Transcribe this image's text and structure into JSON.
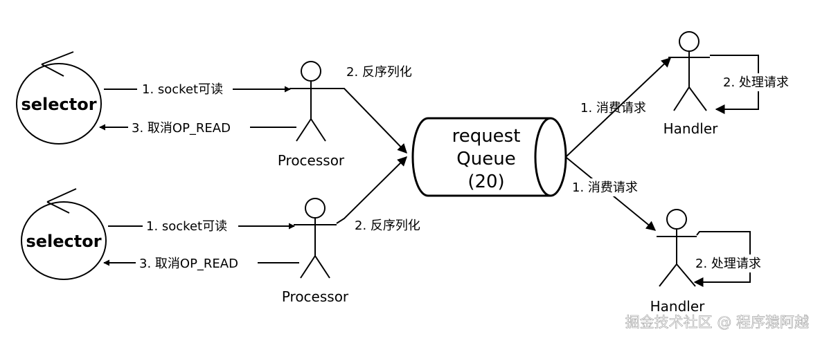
{
  "selectors": [
    {
      "label": "selector"
    },
    {
      "label": "selector"
    }
  ],
  "processors": [
    {
      "label": "Processor",
      "read_label": "1. socket可读",
      "cancel_label": "3. 取消OP_READ",
      "deserialize_label": "2. 反序列化"
    },
    {
      "label": "Processor",
      "read_label": "1. socket可读",
      "cancel_label": "3. 取消OP_READ",
      "deserialize_label": "2. 反序列化"
    }
  ],
  "queue": {
    "line1": "request",
    "line2": "Queue",
    "line3": "(20)"
  },
  "handlers": [
    {
      "label": "Handler",
      "consume_label": "1. 消费请求",
      "process_label": "2. 处理请求"
    },
    {
      "label": "Handler",
      "consume_label": "1. 消费请求",
      "process_label": "2. 处理请求"
    }
  ],
  "watermark": "掘金技术社区 @ 程序猿阿越"
}
